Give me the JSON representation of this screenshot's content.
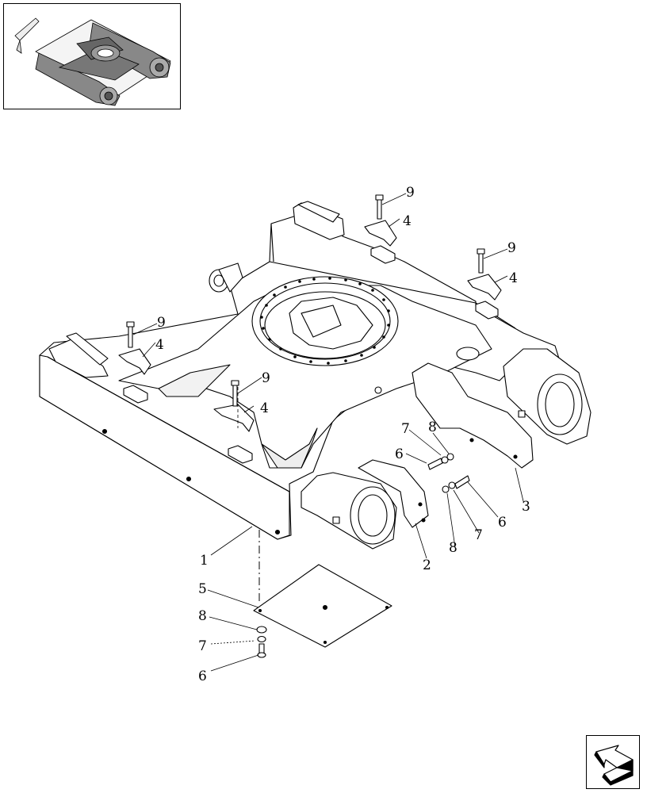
{
  "diagram": {
    "callouts": [
      {
        "id": "c1",
        "label": "1"
      },
      {
        "id": "c2",
        "label": "2"
      },
      {
        "id": "c3",
        "label": "3"
      },
      {
        "id": "c4a",
        "label": "4"
      },
      {
        "id": "c4b",
        "label": "4"
      },
      {
        "id": "c4c",
        "label": "4"
      },
      {
        "id": "c4d",
        "label": "4"
      },
      {
        "id": "c5",
        "label": "5"
      },
      {
        "id": "c6a",
        "label": "6"
      },
      {
        "id": "c6b",
        "label": "6"
      },
      {
        "id": "c6c",
        "label": "6"
      },
      {
        "id": "c7a",
        "label": "7"
      },
      {
        "id": "c7b",
        "label": "7"
      },
      {
        "id": "c7c",
        "label": "7"
      },
      {
        "id": "c8a",
        "label": "8"
      },
      {
        "id": "c8b",
        "label": "8"
      },
      {
        "id": "c8c",
        "label": "8"
      },
      {
        "id": "c9a",
        "label": "9"
      },
      {
        "id": "c9b",
        "label": "9"
      },
      {
        "id": "c9c",
        "label": "9"
      },
      {
        "id": "c9d",
        "label": "9"
      }
    ]
  },
  "icons": {
    "thumbnail": "machine-overview-thumbnail",
    "navigation": "return-arrow-icon"
  },
  "colors": {
    "line": "#000000",
    "background": "#ffffff",
    "shade": "#888888"
  }
}
